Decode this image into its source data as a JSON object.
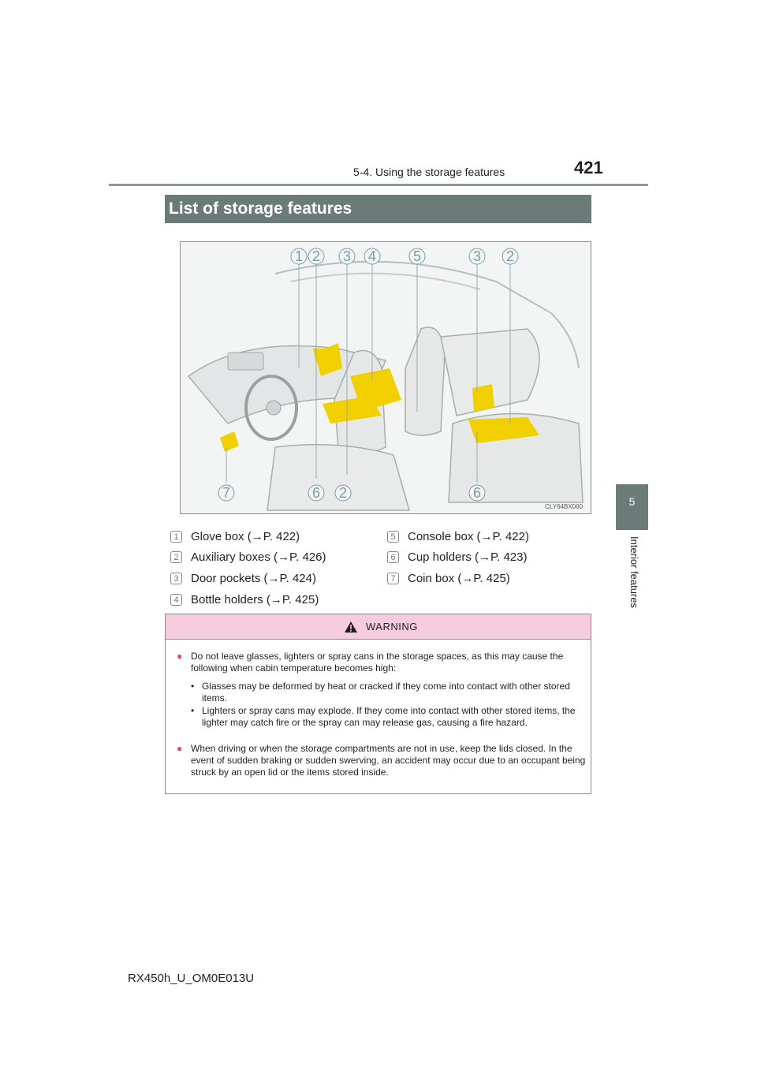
{
  "header": {
    "section": "5-4. Using the storage features",
    "page_number": "421"
  },
  "side_tab": {
    "number": "5",
    "label": "Interior features"
  },
  "section_title": "List of storage features",
  "illustration": {
    "callouts_top": [
      "1",
      "2",
      "3",
      "4",
      "5",
      "3",
      "2"
    ],
    "callouts_bottom": [
      "7",
      "6",
      "2",
      "6"
    ],
    "image_code": "CLY64BX060",
    "highlight_color": "#f2d000"
  },
  "items_left": [
    {
      "num": "1",
      "text": "Glove box (→P. 422)"
    },
    {
      "num": "2",
      "text": "Auxiliary boxes (→P. 426)"
    },
    {
      "num": "3",
      "text": "Door pockets (→P. 424)"
    },
    {
      "num": "4",
      "text": "Bottle holders (→P. 425)"
    }
  ],
  "items_right": [
    {
      "num": "5",
      "text": "Console box (→P. 422)"
    },
    {
      "num": "6",
      "text": "Cup holders (→P. 423)"
    },
    {
      "num": "7",
      "text": "Coin box (→P. 425)"
    }
  ],
  "warning": {
    "label": "WARNING",
    "para1": "Do not leave glasses, lighters or spray cans in the storage spaces, as this may cause the following when cabin temperature becomes high:",
    "sub1": "Glasses may be deformed by heat or cracked if they come into contact with other stored items.",
    "sub2": "Lighters or spray cans may explode. If they come into contact with other stored items, the lighter may catch fire or the spray can may release gas, causing a fire hazard.",
    "para2": "When driving or when the storage compartments are not in use, keep the lids closed. In the event of sudden braking or sudden swerving, an accident may occur due to an occupant being struck by an open lid or the items stored inside.",
    "accent_color": "#f6ccde"
  },
  "footer": {
    "code": "RX450h_U_OM0E013U"
  }
}
